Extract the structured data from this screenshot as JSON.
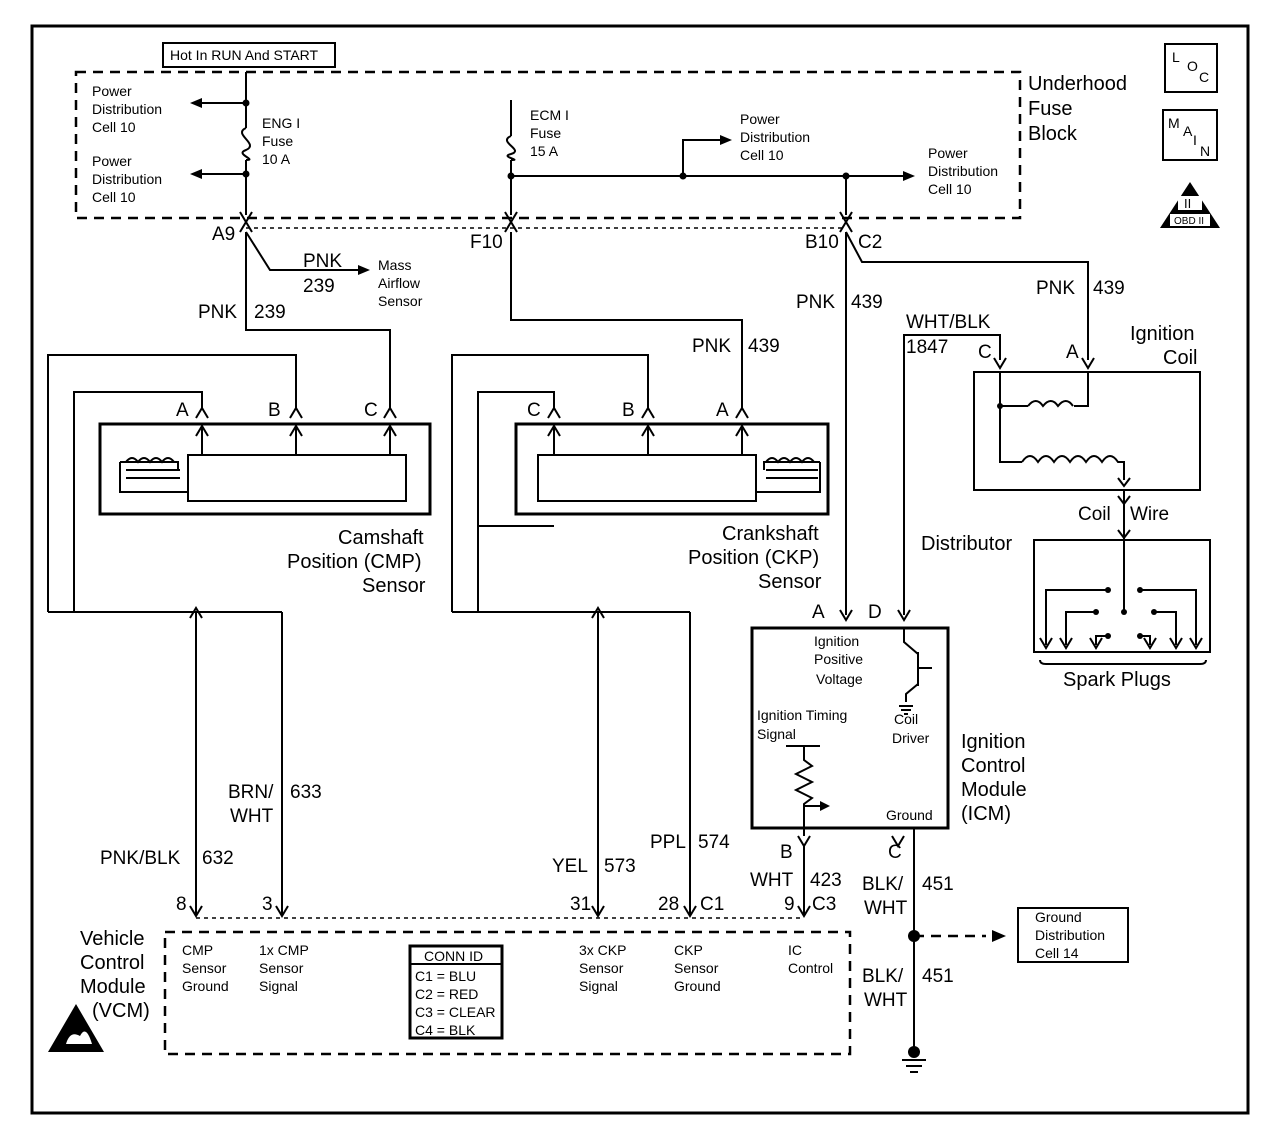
{
  "hot_label": "Hot In RUN And START",
  "fuse_block": {
    "title": [
      "Underhood",
      "Fuse",
      "Block"
    ],
    "pd_left_top": [
      "Power",
      "Distribution",
      "Cell 10"
    ],
    "pd_left_bottom": [
      "Power",
      "Distribution",
      "Cell 10"
    ],
    "eng_fuse": [
      "ENG I",
      "Fuse",
      "10 A"
    ],
    "ecm_fuse": [
      "ECM I",
      "Fuse",
      "15 A"
    ],
    "pd_mid": [
      "Power",
      "Distribution",
      "Cell 10"
    ],
    "pd_right": [
      "Power",
      "Distribution",
      "Cell 10"
    ]
  },
  "icons": {
    "loc": [
      "L",
      "O",
      "C"
    ],
    "main": [
      "M",
      "A",
      "I",
      "N"
    ],
    "obd": [
      "II",
      "OBD II"
    ]
  },
  "connectors": {
    "a9": "A9",
    "f10": "F10",
    "b10": "B10",
    "c2": "C2",
    "cmp_a": "A",
    "cmp_b": "B",
    "cmp_c": "C",
    "ckp_c": "C",
    "ckp_b": "B",
    "ckp_a": "A",
    "coil_c": "C",
    "coil_a": "A",
    "icm_a": "A",
    "icm_d": "D",
    "icm_b": "B",
    "icm_c": "C",
    "vcm_8": "8",
    "vcm_3": "3",
    "vcm_31": "31",
    "vcm_28": "28",
    "vcm_c1": "C1",
    "vcm_9": "9",
    "vcm_c3": "C3"
  },
  "wires": {
    "maf_color": "PNK",
    "maf_num": "239",
    "maf_dest": [
      "Mass",
      "Airflow",
      "Sensor"
    ],
    "cmp_feed": [
      "PNK",
      "239"
    ],
    "ckp_feed": [
      "PNK",
      "439"
    ],
    "icm_feed": [
      "PNK",
      "439"
    ],
    "coil_feed": [
      "PNK",
      "439"
    ],
    "coil_c": [
      "WHT/BLK",
      "1847"
    ],
    "cmp_ground": [
      "PNK/BLK",
      "632"
    ],
    "cmp_signal": [
      "BRN/",
      "WHT",
      "633"
    ],
    "ckp_signal": [
      "YEL",
      "573"
    ],
    "ckp_ground": [
      "PPL",
      "574"
    ],
    "ic": [
      "WHT",
      "423"
    ],
    "icm_ground": [
      "BLK/",
      "WHT",
      "451"
    ],
    "gnd_lower": [
      "BLK/",
      "WHT",
      "451"
    ]
  },
  "components": {
    "cmp": [
      "Camshaft",
      "Position (CMP)",
      "Sensor"
    ],
    "ckp": [
      "Crankshaft",
      "Position (CKP)",
      "Sensor"
    ],
    "coil": [
      "Ignition",
      "Coil"
    ],
    "coil_wire": [
      "Coil",
      "Wire"
    ],
    "distributor": "Distributor",
    "spark_plugs": "Spark Plugs",
    "icm": [
      "Ignition",
      "Control",
      "Module",
      "(ICM)"
    ],
    "icm_ipv": [
      "Ignition",
      "Positive",
      "Voltage"
    ],
    "icm_its": [
      "Ignition Timing",
      "Signal"
    ],
    "icm_cd": [
      "Coil",
      "Driver"
    ],
    "icm_gnd": "Ground",
    "vcm": [
      "Vehicle",
      "Control",
      "Module",
      "(VCM)"
    ],
    "gnd_dist": [
      "Ground",
      "Distribution",
      "Cell 14"
    ]
  },
  "vcm_pins": {
    "cmp_gnd": [
      "CMP",
      "Sensor",
      "Ground"
    ],
    "cmp_sig": [
      "1x CMP",
      "Sensor",
      "Signal"
    ],
    "ckp_sig": [
      "3x CKP",
      "Sensor",
      "Signal"
    ],
    "ckp_gnd": [
      "CKP",
      "Sensor",
      "Ground"
    ],
    "ic": [
      "IC",
      "Control"
    ]
  },
  "conn_id": {
    "title": "CONN ID",
    "rows": [
      "C1 = BLU",
      "C2 = RED",
      "C3 = CLEAR",
      "C4 = BLK"
    ]
  }
}
